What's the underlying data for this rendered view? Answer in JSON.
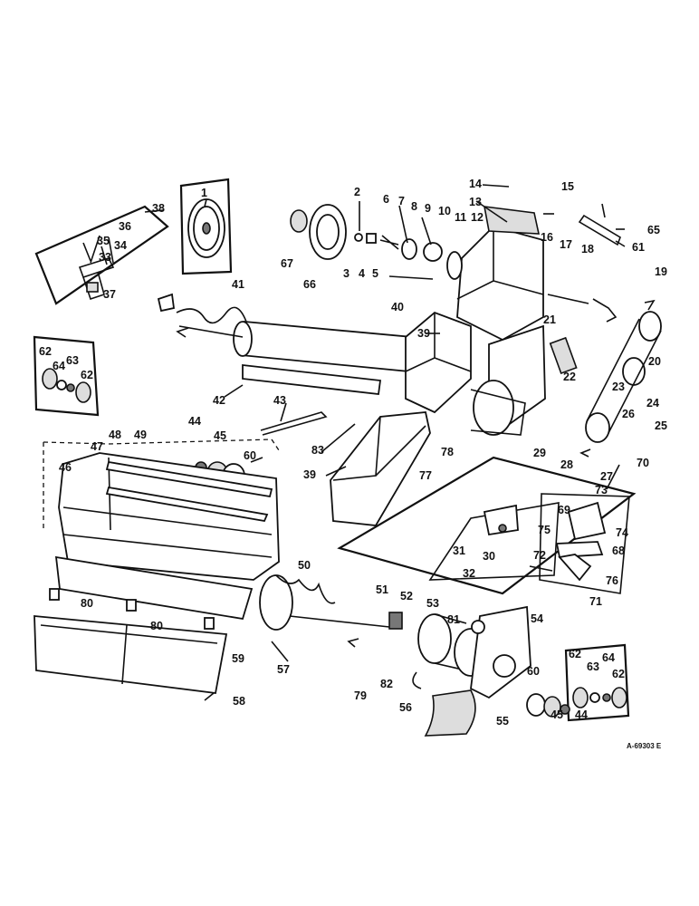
{
  "drawing_code": "A-69303 E",
  "callouts": [
    "1",
    "2",
    "3",
    "4",
    "5",
    "6",
    "7",
    "8",
    "9",
    "10",
    "11",
    "12",
    "13",
    "14",
    "15",
    "16",
    "17",
    "18",
    "19",
    "20",
    "21",
    "22",
    "23",
    "24",
    "25",
    "26",
    "27",
    "28",
    "29",
    "30",
    "31",
    "32",
    "33",
    "34",
    "35",
    "36",
    "37",
    "38",
    "39",
    "40",
    "41",
    "42",
    "43",
    "44",
    "45",
    "46",
    "47",
    "48",
    "49",
    "50",
    "51",
    "52",
    "53",
    "54",
    "55",
    "56",
    "57",
    "58",
    "59",
    "60",
    "61",
    "62",
    "63",
    "64",
    "65",
    "66",
    "67",
    "68",
    "69",
    "70",
    "71",
    "72",
    "73",
    "74",
    "75",
    "76",
    "77",
    "78",
    "79",
    "80",
    "81",
    "82",
    "83"
  ],
  "colors": {
    "ink": "#111111",
    "paper": "#ffffff"
  }
}
